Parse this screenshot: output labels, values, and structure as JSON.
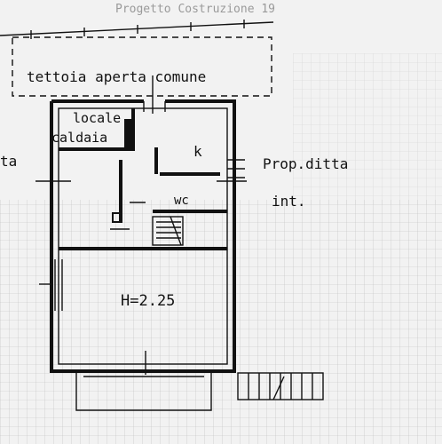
{
  "labels": {
    "header_fragment": "Progetto Costruzione 19",
    "canopy": "tettoia aperta comune",
    "boiler_room_line1": "locale",
    "boiler_room_line2": "caldaia",
    "left_cut": "ta",
    "kitchen": "k",
    "neighbor_line1": "Prop.ditta",
    "neighbor_line2": "int.",
    "bathroom": "wc",
    "ceiling_height": "H=2.25"
  },
  "colors": {
    "paper": "#f2f2f2",
    "ink": "#111111",
    "grid": "#bdbdbd"
  }
}
